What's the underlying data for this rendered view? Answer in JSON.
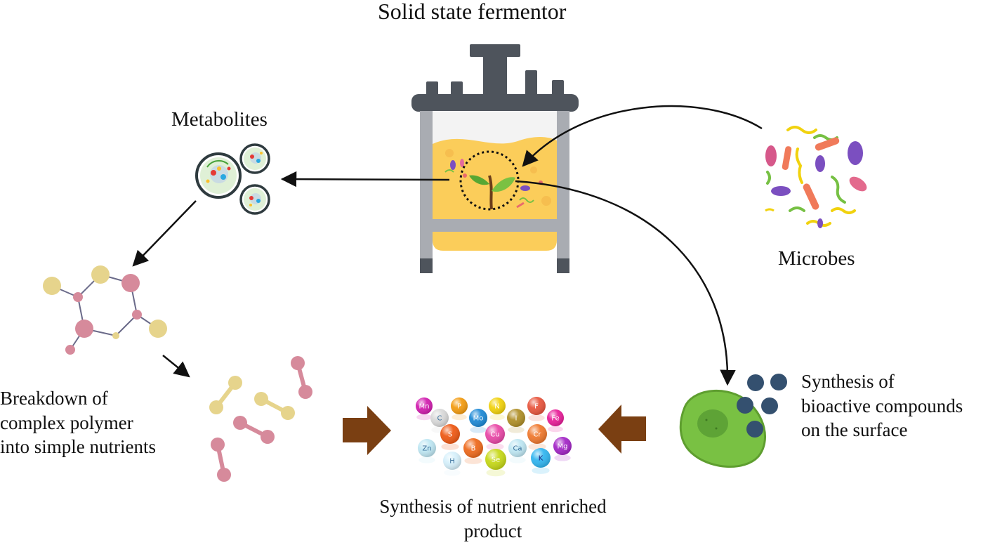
{
  "labels": {
    "fermentor": "Solid state fermentor",
    "metabolites": "Metabolites",
    "microbes": "Microbes",
    "breakdown": [
      "Breakdown of",
      "complex polymer",
      "into simple nutrients"
    ],
    "bioactive": [
      "Synthesis of",
      "bioactive compounds",
      "on the surface"
    ],
    "product": [
      "Synthesis of nutrient enriched",
      "product"
    ]
  },
  "elements": [
    {
      "symbol": "Mn",
      "color": "#d21fb0"
    },
    {
      "symbol": "P",
      "color": "#f39c12"
    },
    {
      "symbol": "N",
      "color": "#f1d20e"
    },
    {
      "symbol": "I",
      "color": "#b0902a"
    },
    {
      "symbol": "F",
      "color": "#e8573f"
    },
    {
      "symbol": "C",
      "color": "#d9d9d9"
    },
    {
      "symbol": "Mo",
      "color": "#1f8ad6"
    },
    {
      "symbol": "Fe",
      "color": "#e8209a"
    },
    {
      "symbol": "S",
      "color": "#ee5a16"
    },
    {
      "symbol": "Cu",
      "color": "#e94aa8"
    },
    {
      "symbol": "Cr",
      "color": "#f07a30"
    },
    {
      "symbol": "Zn",
      "color": "#bfe7f3"
    },
    {
      "symbol": "B",
      "color": "#ee6b1e"
    },
    {
      "symbol": "Ca",
      "color": "#bfe7f3"
    },
    {
      "symbol": "Mg",
      "color": "#a428c7"
    },
    {
      "symbol": "H",
      "color": "#d6f0fb"
    },
    {
      "symbol": "Se",
      "color": "#c7d91a"
    },
    {
      "symbol": "K",
      "color": "#33b6f0"
    }
  ],
  "colors": {
    "fermentor_frame": "#4e545c",
    "fermentor_wall": "#a9acb2",
    "substrate": "#fbcd5a",
    "arrow_brown": "#7a3f12",
    "cell_green": "#79c143",
    "compound_dot": "#34506f",
    "polymer_pink": "#d68a9b",
    "polymer_yellow": "#e6d48c"
  }
}
